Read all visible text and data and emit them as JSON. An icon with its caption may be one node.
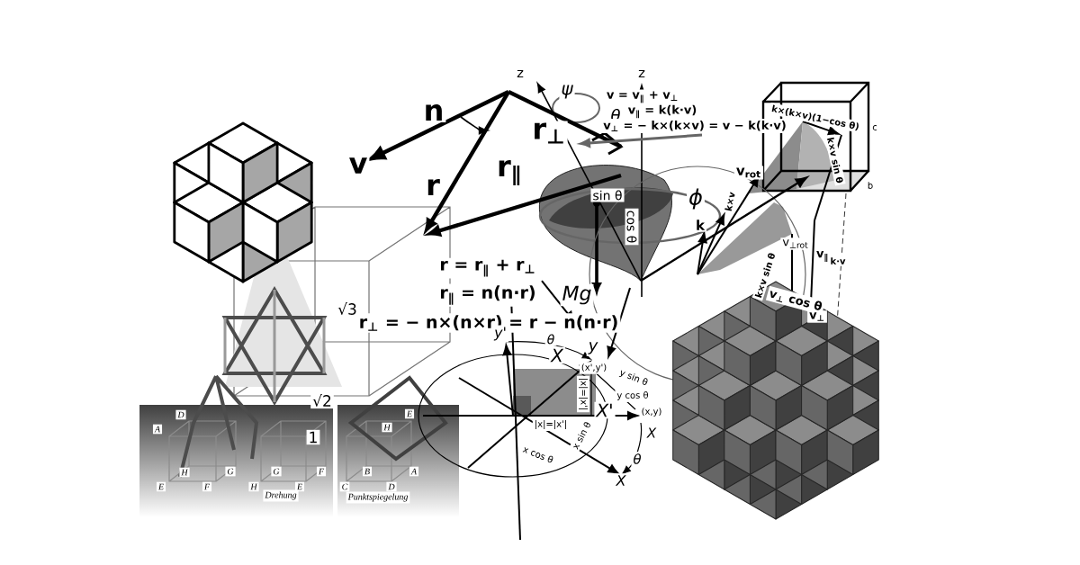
{
  "diagram": {
    "labels": [
      "z",
      "z",
      "ψ",
      "n",
      "v",
      "r$_{⊥}$",
      "r",
      "r$_{∥}$",
      "θ",
      "v = v$_{∥}$ + v$_{⊥}$",
      "v$_{∥}$ = k(k·v)",
      "v$_{⊥}$ = − k×(k×v) = v − k(k·v)",
      "sin θ",
      "ϕ",
      "cos θ",
      "k×(k×v)(1−cos θ)",
      "c",
      "v$_{rot}$",
      "b",
      "k×v",
      "k",
      "k×v sin θ",
      "v$_{⊥rot}$",
      "v$_{∥}$",
      "k·v",
      "√3",
      "r = r$_{∥}$ + r$_{⊥}$",
      "r$_{∥}$ = n(n·r)",
      "Mg",
      "r$_{⊥}$ = − n×(n×r) = r − n(n·r)",
      "k×v sin θ",
      "v$_{⊥}$ cos θ",
      "v$_{⊥}$",
      "y'",
      "θ",
      "X",
      "y",
      "(x',y')",
      "y sin θ",
      "|x|=|x'|",
      "X'",
      "y cos θ",
      "(x,y)",
      "√2",
      "|x|=|x'|",
      "X",
      "x sin θ",
      "x cos θ",
      "θ",
      "X",
      "D",
      "A",
      "1",
      "H",
      "G",
      "E",
      "F",
      "H",
      "G",
      "E",
      "F",
      "Drehung",
      "E",
      "H",
      "B",
      "A",
      "C",
      "D",
      "Punktspiegelung"
    ]
  }
}
